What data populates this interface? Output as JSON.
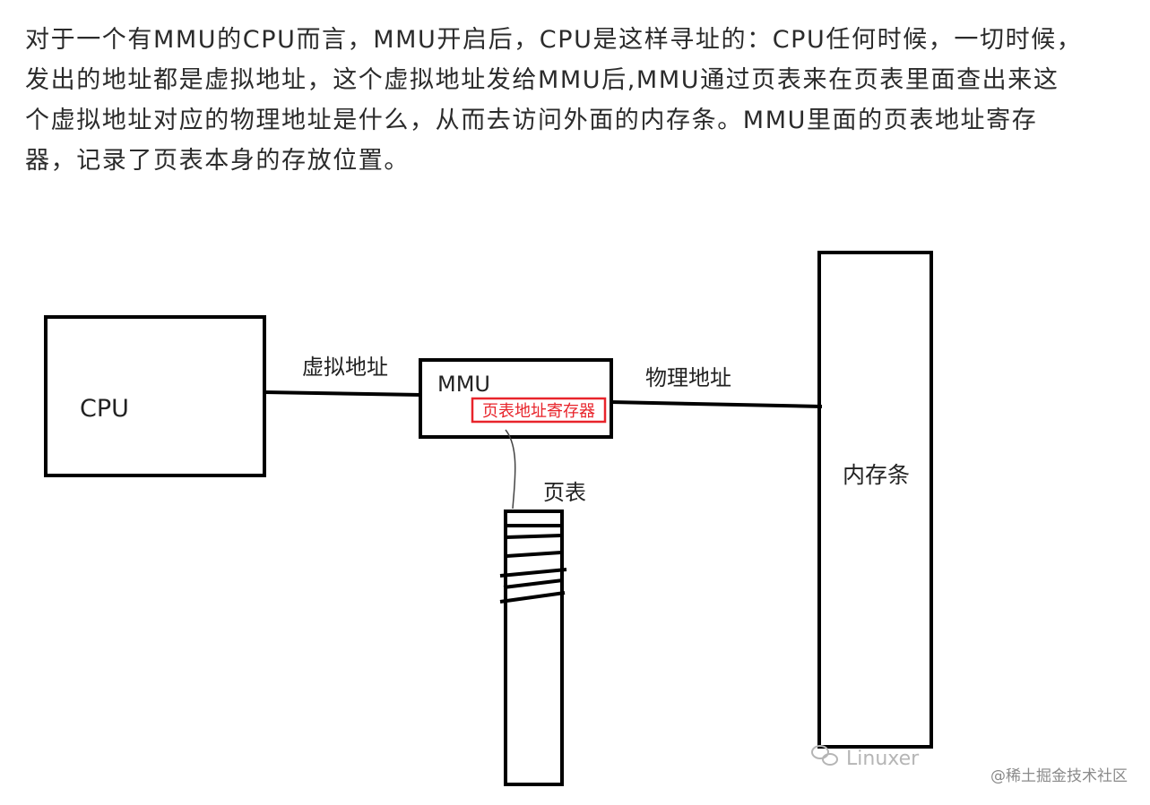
{
  "paragraph": {
    "lines": [
      "对于一个有MMU的CPU而言，MMU开启后，CPU是这样寻址的：CPU任何时候，一切时候，",
      "发出的地址都是虚拟地址，这个虚拟地址发给MMU后,MMU通过页表来在页表里面查出来这",
      "个虚拟地址对应的物理地址是什么，从而去访问外面的内存条。MMU里面的页表地址寄存",
      "器，记录了页表本身的存放位置。"
    ]
  },
  "diagram": {
    "cpu_label": "CPU",
    "virtual_address_label": "虚拟地址",
    "mmu_label": "MMU",
    "page_table_register_label": "页表地址寄存器",
    "physical_address_label": "物理地址",
    "memory_label": "内存条",
    "page_table_label": "页表",
    "watermark_text": "Linuxer",
    "colors": {
      "stroke": "#000000",
      "register_border": "#e8242b",
      "register_text": "#e8242b",
      "watermark": "#b5b5b5"
    }
  },
  "footer": {
    "source_watermark": "@稀土掘金技术社区"
  }
}
